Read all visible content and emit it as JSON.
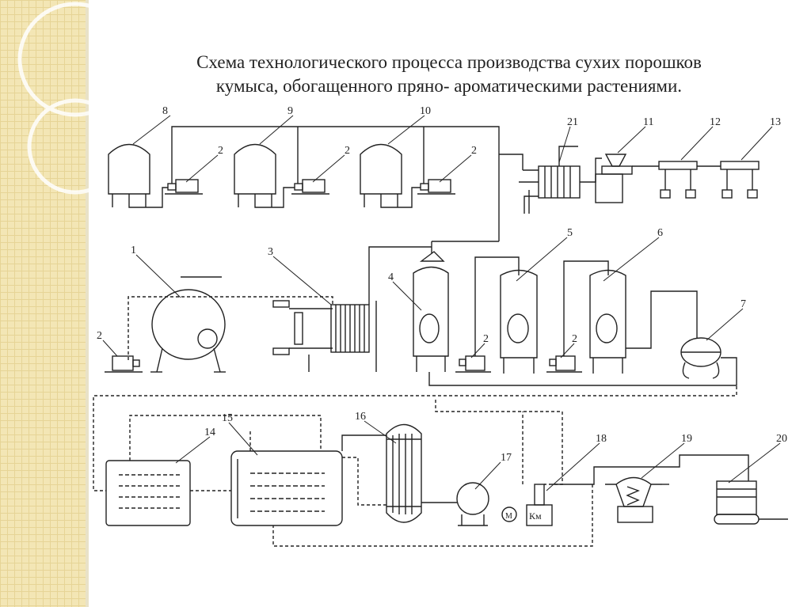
{
  "title": {
    "line1": "Схема  технологического процесса  производства сухих порошков",
    "line2": "кумыса, обогащенного пряно- ароматическими растениями."
  },
  "diagram": {
    "labels": {
      "n1": "1",
      "n2": "2",
      "n3": "3",
      "n4": "4",
      "n5": "5",
      "n6": "6",
      "n7": "7",
      "n8": "8",
      "n9": "9",
      "n10": "10",
      "n11": "11",
      "n12": "12",
      "n13": "13",
      "n14": "14",
      "n15": "15",
      "n16": "16",
      "n17": "17",
      "n18": "18",
      "n19": "19",
      "n20": "20",
      "n21": "21"
    },
    "motor_symbol": "M",
    "km_symbol": "Км"
  },
  "colors": {
    "line": "#222222",
    "strip": "#f3e6b5",
    "background": "#ffffff"
  }
}
